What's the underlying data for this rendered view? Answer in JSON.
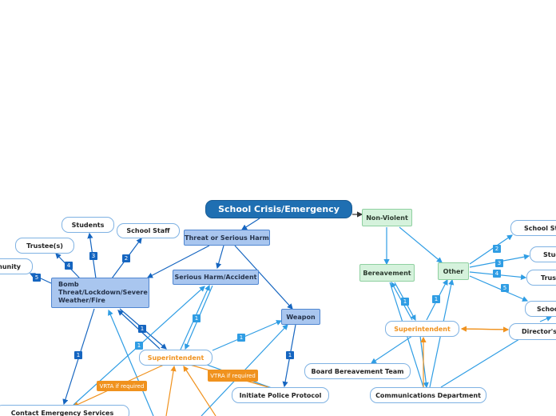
{
  "root": "School Crisis/Emergency",
  "branches": {
    "threat": "Threat or Serious Harm",
    "non_violent": "Non-Violent"
  },
  "threat_children": {
    "bomb": "Bomb Threat/Lockdown/Severe Weather/Fire",
    "serious_harm": "Serious Harm/Accident",
    "weapon": "Weapon"
  },
  "nonviolent_children": {
    "bereavement": "Bereavement",
    "other": "Other"
  },
  "left_nodes": {
    "students": "Students",
    "school_staff": "School Staff",
    "trustees": "Trustee(s)",
    "community": "Community",
    "superintendent": "Superintendent",
    "contact_emergency": "Contact Emergency Services",
    "initiate_police": "Initiate Police Protocol",
    "vtra_left": "VRTA if required",
    "vtra_right": "VTRA if required"
  },
  "right_nodes": {
    "school_staff": "School Staff",
    "students": "Students",
    "trustees": "Trustees",
    "school": "School",
    "directors_office": "Director's Office",
    "superintendent": "Superintendent",
    "board_bereavement": "Board Bereavement Team",
    "communications": "Communications Department"
  },
  "badges": {
    "b_students": "3",
    "b_staff": "2",
    "b_trustees": "4",
    "b_community": "5",
    "b_contact": "1",
    "b_supt1": "1",
    "b_supt2": "1",
    "b_harm": "1",
    "b_weapon_supt": "1",
    "b_weapon": "1",
    "r_staff": "2",
    "r_students": "3",
    "r_trustees": "4",
    "r_school": "5",
    "r_bereav": "1",
    "r_other": "1"
  },
  "colors": {
    "root": "#1f6fb2",
    "blue_node": "#a9c6ef",
    "green_node": "#d5f2dc",
    "edge_blue": "#1565c0",
    "edge_light": "#2f9de4",
    "edge_orange": "#f0921e"
  }
}
